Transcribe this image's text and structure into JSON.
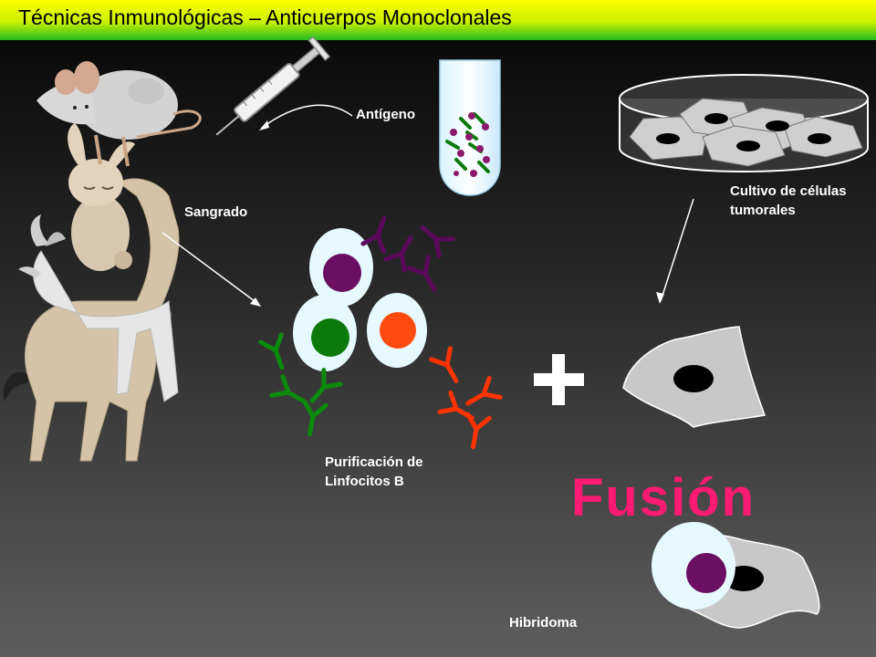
{
  "slide": {
    "title": "Técnicas Inmunológicas – Anticuerpos Monoclonales"
  },
  "labels": {
    "antigen": "Antígeno",
    "bleeding": "Sangrado",
    "purification_line1": "Purificación de",
    "purification_line2": "Linfocitos B",
    "tumor_culture_line1": "Cultivo de células",
    "tumor_culture_line2": "tumorales",
    "plus": "+",
    "fusion": "Fusión",
    "hybridoma": "Hibridoma"
  },
  "colors": {
    "title_gradient_top": "#ffff00",
    "title_gradient_bottom": "#22bb22",
    "fusion_text": "#ff1a73",
    "lymphocyte_purple": "#6b0f63",
    "lymphocyte_green": "#0b7a0b",
    "lymphocyte_orange": "#ff4a10",
    "cell_membrane": "#e6f9ff",
    "tumor_cell": "#c8c8c8",
    "antibody_purple": "#5a0a5a",
    "antibody_green": "#0c8a0c",
    "antibody_orange": "#ff3300"
  },
  "icons": [
    "mouse-icon",
    "rabbit-icon",
    "goat-icon",
    "horse-icon",
    "syringe-icon",
    "test-tube-icon",
    "petri-dish-icon"
  ]
}
